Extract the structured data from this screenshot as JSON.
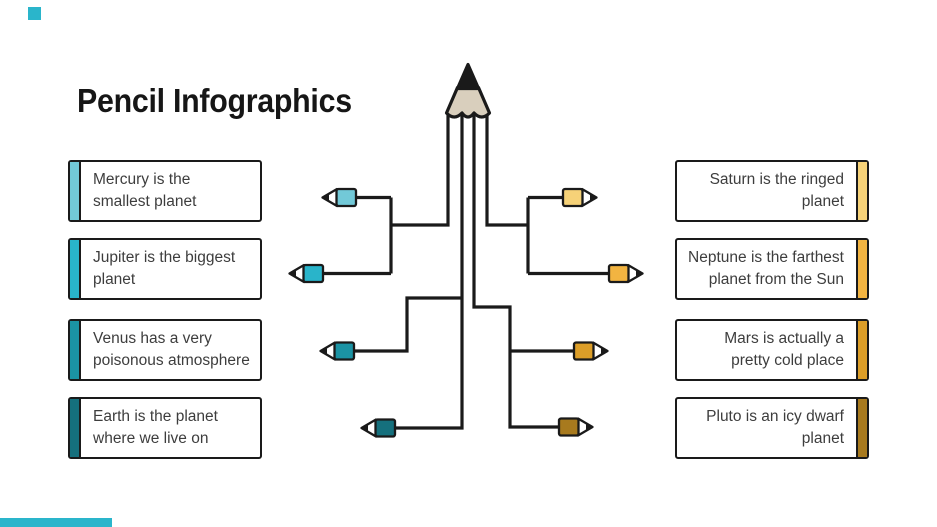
{
  "title": "Pencil Infographics",
  "colors": {
    "ink": "#1a1a1a",
    "body_text": "#3d3d3d",
    "card_background": "#ffffff",
    "pencil_wood": "#d9cfbd",
    "pencil_graphite": "#1a1a1a",
    "accent": "#2ab5cb"
  },
  "decorations": {
    "top_left_square_color": "#2ab5cb",
    "bottom_left_bar_color": "#2ab5cb"
  },
  "left_items": [
    {
      "label": "Mercury is the\nsmallest planet",
      "color": "#72c9d8"
    },
    {
      "label": "Jupiter is the biggest\nplanet",
      "color": "#29b4ca"
    },
    {
      "label": "Venus has a very\npoisonous atmosphere",
      "color": "#1b93a4"
    },
    {
      "label": "Earth is the planet\nwhere we live on",
      "color": "#15707d"
    }
  ],
  "right_items": [
    {
      "label": "Saturn is the ringed\nplanet",
      "color": "#f6d278"
    },
    {
      "label": "Neptune is the farthest\nplanet from the Sun",
      "color": "#f2b441"
    },
    {
      "label": "Mars is actually a\npretty cold place",
      "color": "#dc9e28"
    },
    {
      "label": "Pluto is an icy dwarf\nplanet",
      "color": "#a87a1e"
    }
  ]
}
